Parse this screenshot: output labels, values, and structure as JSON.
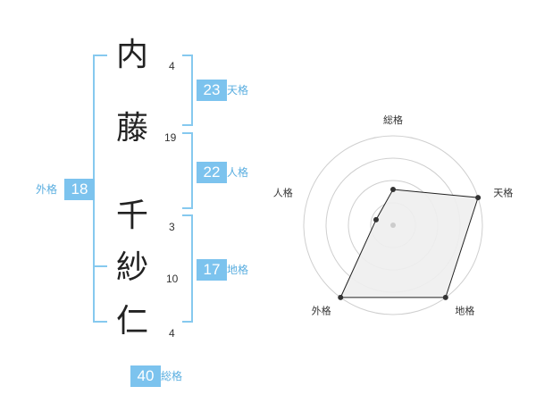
{
  "name": {
    "chars": [
      {
        "char": "内",
        "strokes": "4"
      },
      {
        "char": "藤",
        "strokes": "19"
      },
      {
        "char": "千",
        "strokes": "3"
      },
      {
        "char": "紗",
        "strokes": "10"
      },
      {
        "char": "仁",
        "strokes": "4"
      }
    ]
  },
  "scores": {
    "tenkaku": {
      "value": "23",
      "label": "天格"
    },
    "jinkaku": {
      "value": "22",
      "label": "人格"
    },
    "chikaku": {
      "value": "17",
      "label": "地格"
    },
    "gaikaku": {
      "value": "18",
      "label": "外格"
    },
    "soukaku": {
      "value": "40",
      "label": "総格"
    }
  },
  "chart_data": {
    "type": "radar",
    "axes": [
      "総格",
      "天格",
      "地格",
      "外格",
      "人格"
    ],
    "values": [
      2,
      5,
      5,
      5,
      1
    ],
    "max": 5,
    "rings": 4,
    "fill_color": "#eeeeee",
    "line_color": "#222222"
  }
}
